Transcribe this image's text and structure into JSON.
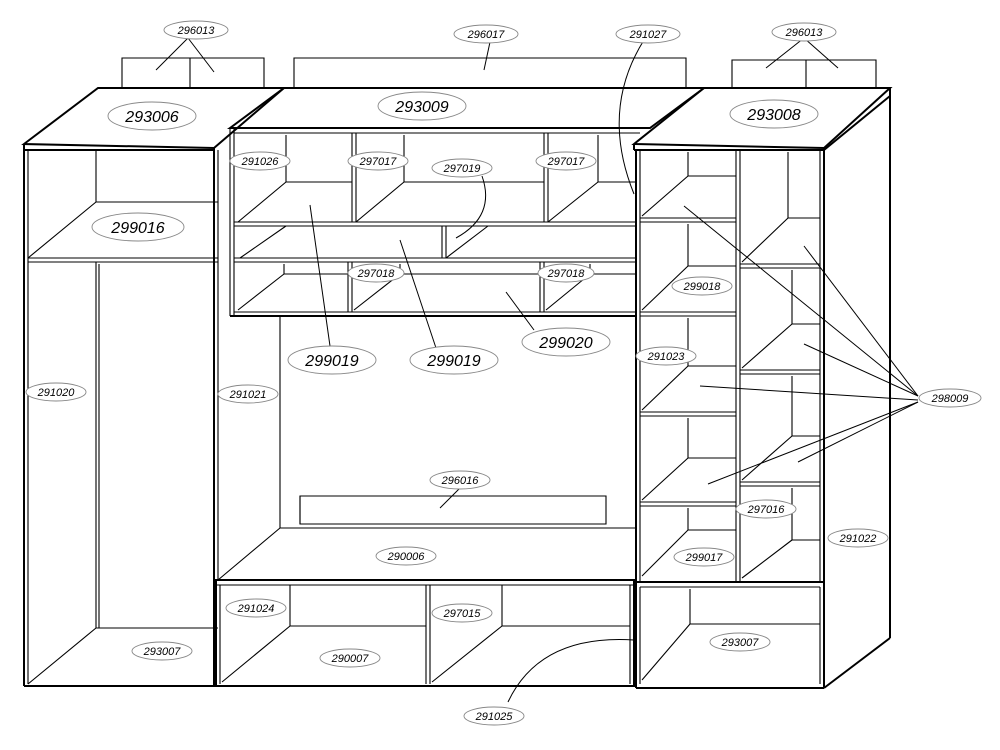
{
  "labels": {
    "l296013a": "296013",
    "l296017": "296017",
    "l291027": "291027",
    "l296013b": "296013",
    "l293006": "293006",
    "l293009": "293009",
    "l293008": "293008",
    "l291026": "291026",
    "l297017a": "297017",
    "l297019": "297019",
    "l297017b": "297017",
    "l299016": "299016",
    "l297018a": "297018",
    "l297018b": "297018",
    "l299018": "299018",
    "l299019a": "299019",
    "l299019b": "299019",
    "l299020": "299020",
    "l291023": "291023",
    "l291020": "291020",
    "l291021": "291021",
    "l298009": "298009",
    "l296016": "296016",
    "l297016": "297016",
    "l290006": "290006",
    "l291022": "291022",
    "l299017": "299017",
    "l291024": "291024",
    "l297015": "297015",
    "l293007a": "293007",
    "l290007": "290007",
    "l293007b": "293007",
    "l291025": "291025"
  }
}
